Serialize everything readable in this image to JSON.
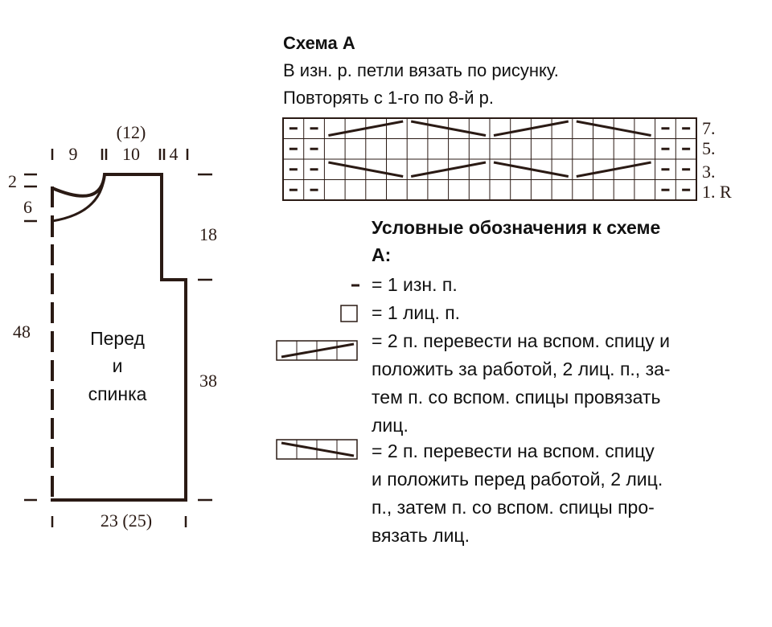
{
  "colors": {
    "ink": "#2a1a14",
    "text": "#111111",
    "background": "#ffffff"
  },
  "pattern": {
    "title": "Схема А",
    "lines": [
      "В изн. р. петли вязать по рисунку.",
      "Повторять с 1-го по 8-й р."
    ],
    "row_labels": [
      "7.",
      "5.",
      "3.",
      "1. R"
    ],
    "grid": {
      "columns": 20,
      "rows": 4
    }
  },
  "legend": {
    "title_line1": "Условные обозначения к схеме",
    "title_line2": "А:",
    "items": [
      {
        "symbol": "purl-dash-icon",
        "lines": [
          "= 1 изн. п."
        ]
      },
      {
        "symbol": "knit-square-icon",
        "lines": [
          "= 1 лиц. п."
        ]
      },
      {
        "symbol": "cable-back-icon",
        "lines": [
          "= 2 п. перевести на вспом. спицу и",
          "положить за работой, 2 лиц. п., за-",
          "тем п. со вспом. спицы провязать",
          "лиц."
        ]
      },
      {
        "symbol": "cable-front-icon",
        "lines": [
          "= 2 п. перевести на вспом. спицу",
          "и положить перед работой, 2 лиц.",
          "п., затем п. со вспом. спицы про-",
          "вязать лиц."
        ]
      }
    ]
  },
  "schematic": {
    "label_lines": [
      "Перед",
      "и",
      "спинка"
    ],
    "top_total": "(12)",
    "top_widths": [
      "9",
      "10",
      "4"
    ],
    "left_heights": [
      "2",
      "6",
      "48"
    ],
    "right_heights": [
      "18",
      "38"
    ],
    "bottom_width": "23 (25)"
  }
}
